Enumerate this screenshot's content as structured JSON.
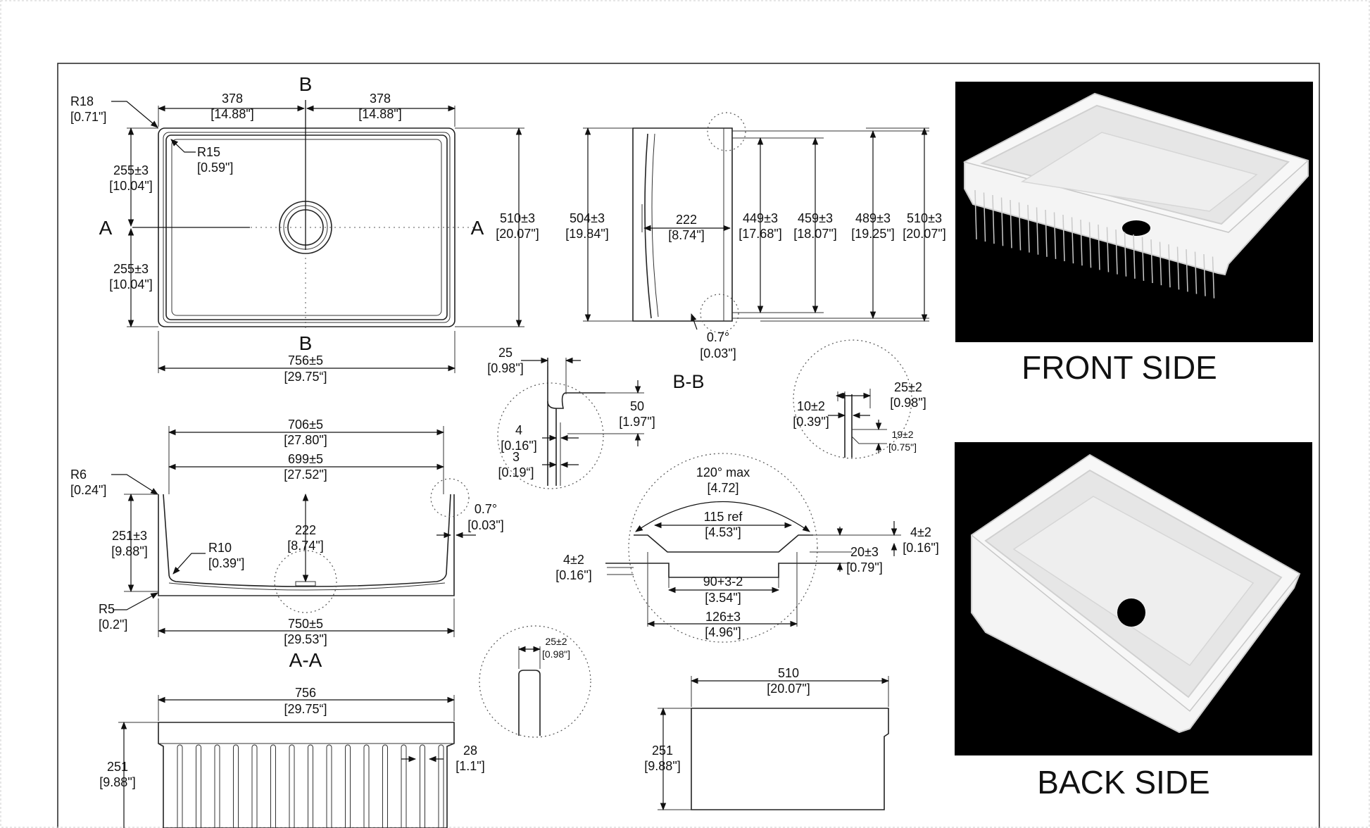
{
  "views": {
    "top": {
      "section_b": "B",
      "section_a": "A",
      "half_width": "378",
      "half_width_in": "[14.88\"]",
      "corner_outer": "R18",
      "corner_outer_in": "[0.71\"]",
      "corner_inner": "R15",
      "corner_inner_in": "[0.59\"]",
      "half_depth": "255±3",
      "half_depth_in": "[10.04\"]",
      "depth": "510±3",
      "depth_in": "[20.07\"]",
      "width": "756±5",
      "width_in": "[29.75“]"
    },
    "section_bb": {
      "title": "B-B",
      "outer_height": "504±3",
      "outer_height_in": "[19.84\"]",
      "basin_depth": "222",
      "basin_depth_in": "[8.74\"]",
      "dim_1": "449±3",
      "dim_1_in": "[17.68\"]",
      "dim_2": "459±3",
      "dim_2_in": "[18.07\"]",
      "dim_3": "489±3",
      "dim_3_in": "[19.25\"]",
      "dim_4": "510±3",
      "dim_4_in": "[20.07\"]",
      "draft": "0.7°",
      "draft_in": "[0.03\"]"
    },
    "detail_left": {
      "rim": "25",
      "rim_in": "[0.98\"]",
      "height": "50",
      "height_in": "[1.97\"]",
      "wall": "4",
      "wall_in": "[0.16\"]",
      "step": "3",
      "step_in": "[0.19“]"
    },
    "detail_right": {
      "rim": "25±2",
      "rim_in": "[0.98\"]",
      "offset": "10±2",
      "offset_in": "[0.39\"]",
      "step": "19±2",
      "step_in": "[0.75\"]"
    },
    "section_aa": {
      "title": "A-A",
      "top_width": "706±5",
      "top_width_in": "[27.80\"]",
      "inner_width": "699±5",
      "inner_width_in": "[27.52\"]",
      "corner": "R6",
      "corner_in": "[0.24\"]",
      "height": "251±3",
      "height_in": "[9.88\"]",
      "basin_depth": "222",
      "basin_depth_in": "[8.74\"]",
      "inner_radius": "R10",
      "inner_radius_in": "[0.39\"]",
      "draft": "0.7°",
      "draft_in": "[0.03\"]",
      "bottom_radius": "R5",
      "bottom_radius_in": "[0.2\"]",
      "bottom_width": "750±5",
      "bottom_width_in": "[29.53\"]"
    },
    "drain_detail": {
      "angle": "120° max",
      "angle_in": "[4.72]",
      "ref": "115 ref",
      "ref_in": "[4.53\"]",
      "lip": "4±2",
      "lip_in": "[0.16\"]",
      "flange": "4±2",
      "flange_in": "[0.16\"]",
      "depth": "20±3",
      "depth_in": "[0.79\"]",
      "bore": "90+3-2",
      "bore_in": "[3.54\"]",
      "outer": "126±3",
      "outer_in": "[4.96\"]"
    },
    "detail_bottom": {
      "rim": "25±2",
      "rim_in": "[0.98\"]"
    },
    "front": {
      "width": "756",
      "width_in": "[29.75“]",
      "height": "251",
      "height_in": "[9.88\"]",
      "flute_pitch": "28",
      "flute_pitch_in": "[1.1\"]"
    },
    "side": {
      "depth": "510",
      "depth_in": "[20.07\"]",
      "height": "251",
      "height_in": "[9.88\"]"
    }
  },
  "photos": {
    "front_label": "FRONT  SIDE",
    "back_label": "BACK  SIDE"
  }
}
